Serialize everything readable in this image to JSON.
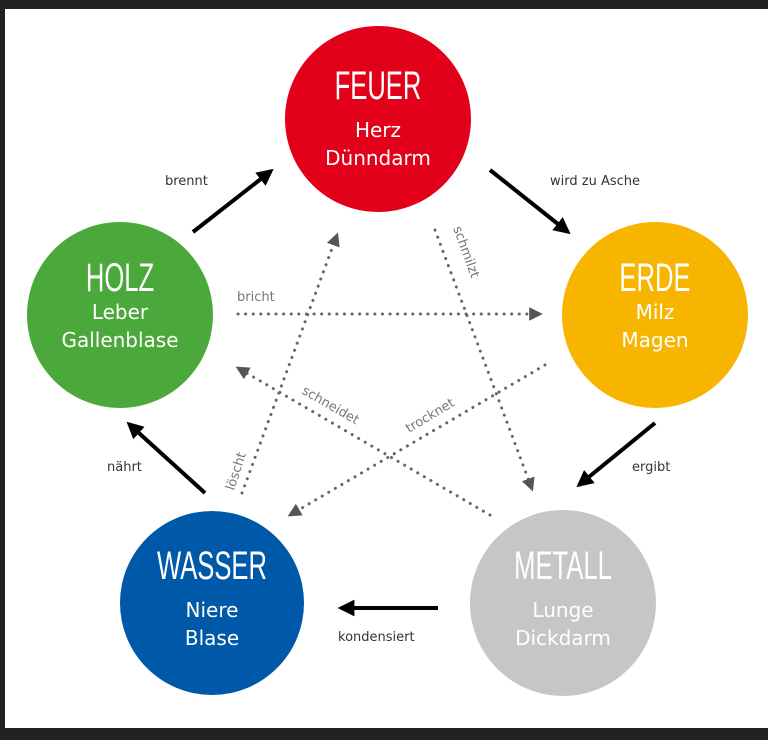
{
  "elements": [
    {
      "key": "feuer",
      "name": "FEUER",
      "organs": [
        "Herz",
        "Dünndarm"
      ],
      "color": "#e2001a",
      "text_color": "#ffffff"
    },
    {
      "key": "erde",
      "name": "ERDE",
      "organs": [
        "Milz",
        "Magen"
      ],
      "color": "#f7b500",
      "text_color": "#ffffff"
    },
    {
      "key": "metall",
      "name": "METALL",
      "organs": [
        "Lunge",
        "Dickdarm"
      ],
      "color": "#c6c6c6",
      "text_color": "#ffffff"
    },
    {
      "key": "wasser",
      "name": "WASSER",
      "organs": [
        "Niere",
        "Blase"
      ],
      "color": "#0058a8",
      "text_color": "#ffffff"
    },
    {
      "key": "holz",
      "name": "HOLZ",
      "organs": [
        "Leber",
        "Gallenblase"
      ],
      "color": "#4aa93a",
      "text_color": "#ffffff"
    }
  ],
  "generating_cycle": [
    {
      "from": "holz",
      "to": "feuer",
      "label": "brennt"
    },
    {
      "from": "feuer",
      "to": "erde",
      "label": "wird zu Asche"
    },
    {
      "from": "erde",
      "to": "metall",
      "label": "ergibt"
    },
    {
      "from": "metall",
      "to": "wasser",
      "label": "kondensiert"
    },
    {
      "from": "wasser",
      "to": "holz",
      "label": "nährt"
    }
  ],
  "controlling_cycle": [
    {
      "from": "holz",
      "to": "erde",
      "label": "bricht"
    },
    {
      "from": "feuer",
      "to": "metall",
      "label": "schmilzt"
    },
    {
      "from": "erde",
      "to": "wasser",
      "label": "trocknet"
    },
    {
      "from": "metall",
      "to": "holz",
      "label": "schneidet"
    },
    {
      "from": "wasser",
      "to": "feuer",
      "label": "löscht"
    }
  ],
  "colors": {
    "solid_arrow": "#000000",
    "dotted_arrow": "#666666",
    "label": "#333333",
    "dotted_label": "#777777"
  }
}
